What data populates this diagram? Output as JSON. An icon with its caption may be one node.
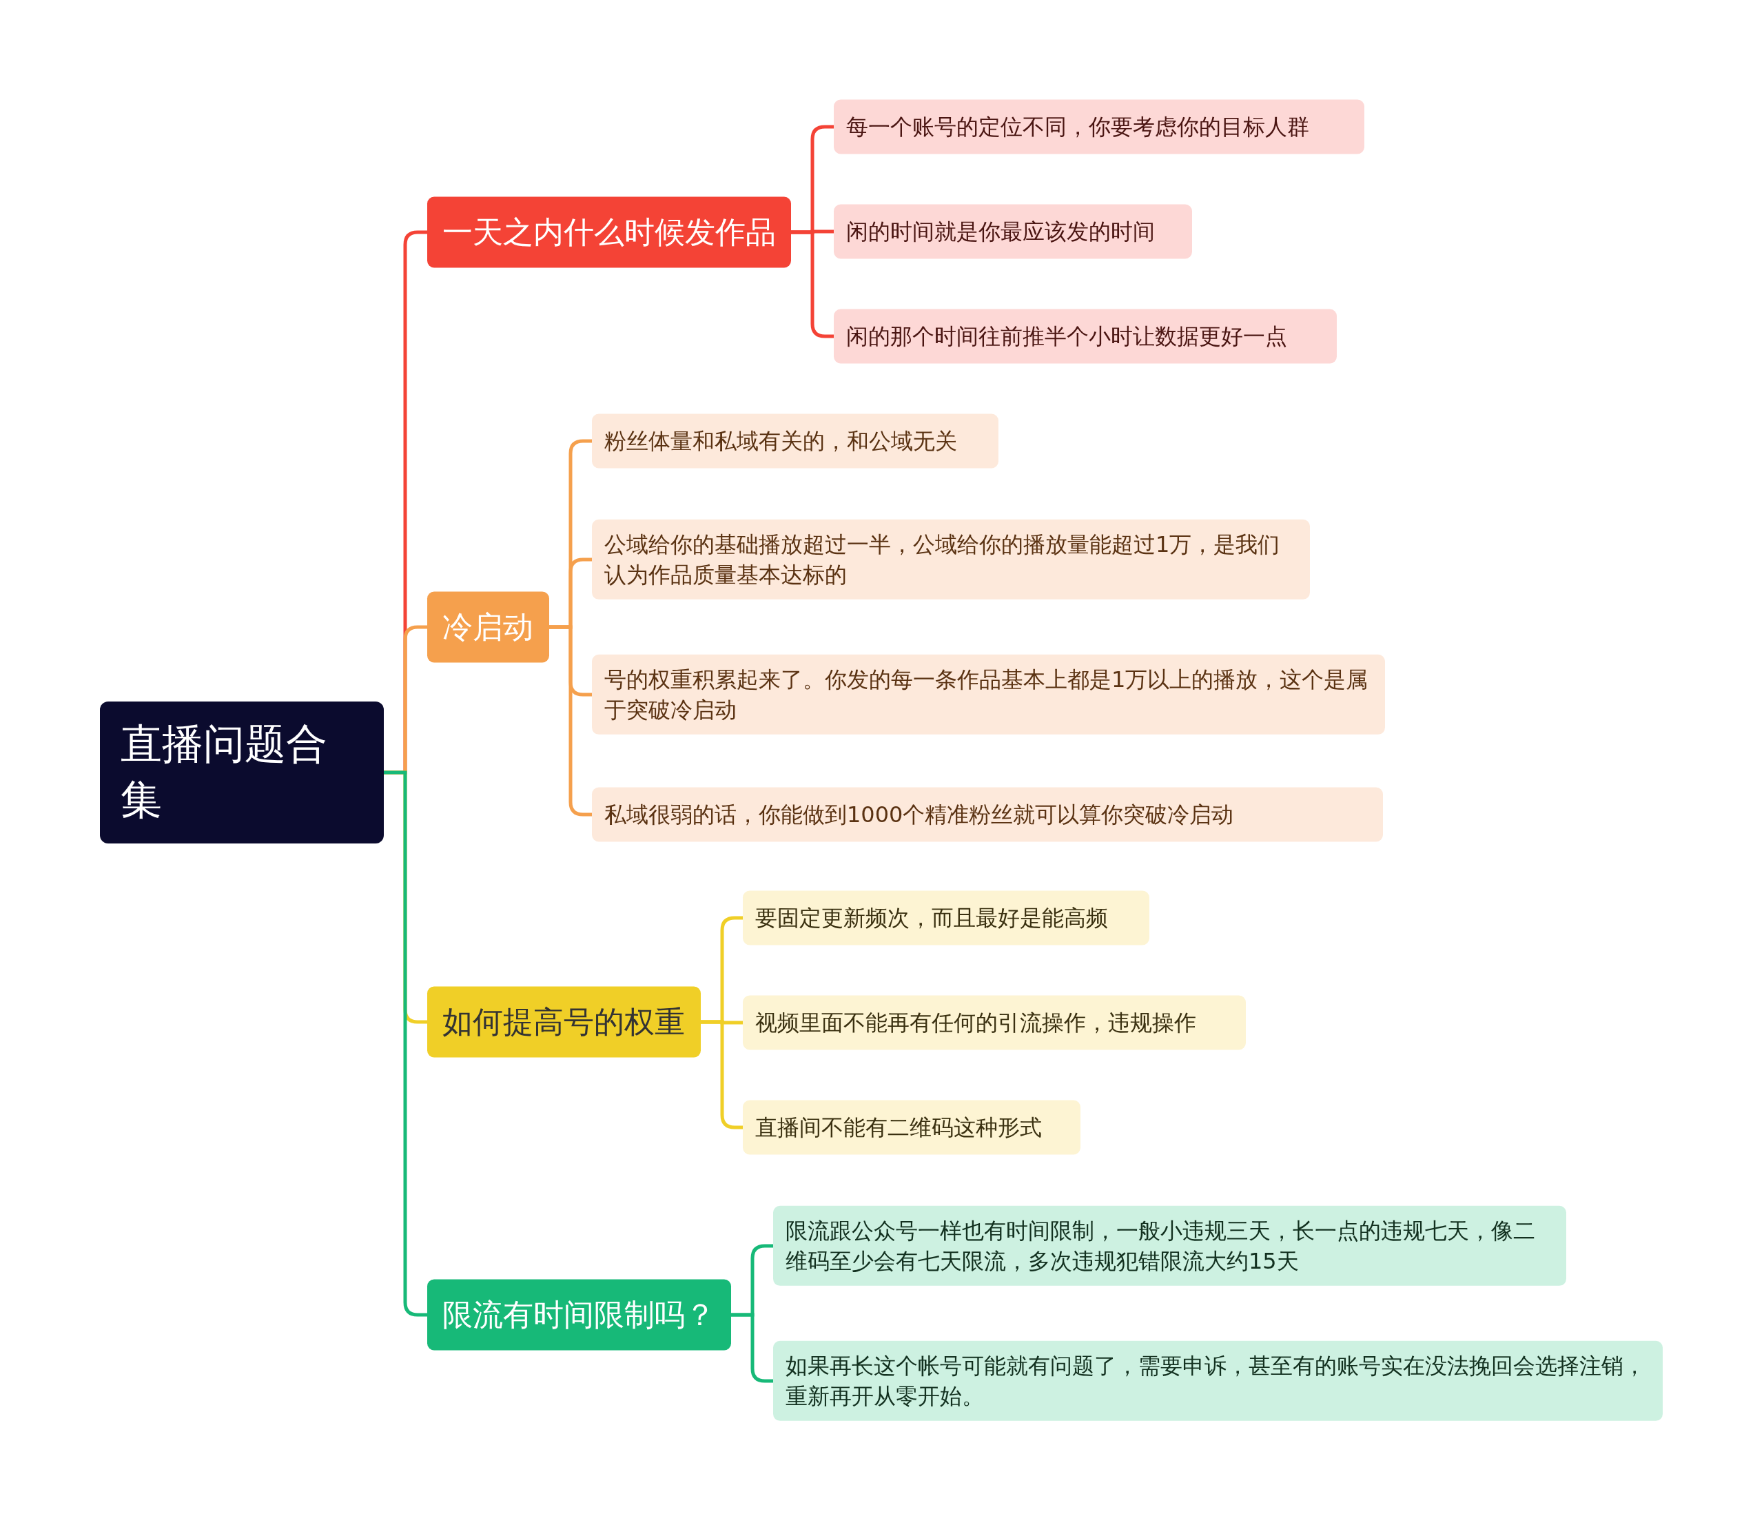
{
  "diagram": {
    "nodes": [
      {
        "text": [
          "直播问题合集"
        ]
      },
      {
        "text": [
          "一天之内什么时候发作品"
        ]
      },
      {
        "text": [
          "每一个账号的定位不同，你要考虑你的目标人群"
        ]
      },
      {
        "text": [
          "闲的时间就是你最应该发的时间"
        ]
      },
      {
        "text": [
          "闲的那个时间往前推半个小时让数据更好一点"
        ]
      },
      {
        "text": [
          "冷启动"
        ]
      },
      {
        "text": [
          "粉丝体量和私域有关的，和公域无关"
        ]
      },
      {
        "text": [
          "公域给你的基础播放超过一半，公域给你的播放量能超过1万，是我们认为作品质量基本达标的"
        ]
      },
      {
        "text": [
          "号的权重积累起来了。你发的每一条作品基本上都是1万以上的播放，这个是属于突破冷启动"
        ]
      },
      {
        "text": [
          "私域很弱的话，你能做到1000个精准粉丝就可以算你突破冷启动"
        ]
      },
      {
        "text": [
          "如何提高号的权重"
        ]
      },
      {
        "text": [
          "要固定更新频次，而且最好是能高频"
        ]
      },
      {
        "text": [
          "视频里面不能再有任何的引流操作，违规操作"
        ]
      },
      {
        "text": [
          "直播间不能有二维码这种形式"
        ]
      },
      {
        "text": [
          "限流有时间限制吗？"
        ]
      },
      {
        "text": [
          "限流跟公众号一样也有时间限制，一般小违规三天，长一点的违规七天，像二维码至少会有七天限流，多次违规犯错限流大约15天"
        ]
      },
      {
        "text": [
          "如果再长这个帐号可能就有问题了，需要申诉，甚至有的账号实在没法挽回会选择注销，重新再开从零开始。"
        ]
      }
    ],
    "edges": [
      {
        "from": 0,
        "to": 1,
        "arrow": "none",
        "color": "#f44336"
      },
      {
        "from": 1,
        "to": 2,
        "arrow": "none",
        "color": "#f44336"
      },
      {
        "from": 1,
        "to": 3,
        "arrow": "none",
        "color": "#f44336"
      },
      {
        "from": 1,
        "to": 4,
        "arrow": "none",
        "color": "#f44336"
      },
      {
        "from": 0,
        "to": 5,
        "arrow": "none",
        "color": "#f5a04d"
      },
      {
        "from": 5,
        "to": 6,
        "arrow": "none",
        "color": "#f5a04d"
      },
      {
        "from": 5,
        "to": 7,
        "arrow": "none",
        "color": "#f5a04d"
      },
      {
        "from": 5,
        "to": 8,
        "arrow": "none",
        "color": "#f5a04d"
      },
      {
        "from": 5,
        "to": 9,
        "arrow": "none",
        "color": "#f5a04d"
      },
      {
        "from": 0,
        "to": 10,
        "arrow": "none",
        "color": "#f0cf27"
      },
      {
        "from": 10,
        "to": 11,
        "arrow": "none",
        "color": "#f0cf27"
      },
      {
        "from": 10,
        "to": 12,
        "arrow": "none",
        "color": "#f0cf27"
      },
      {
        "from": 10,
        "to": 13,
        "arrow": "none",
        "color": "#f0cf27"
      },
      {
        "from": 0,
        "to": 14,
        "arrow": "none",
        "color": "#17b978"
      },
      {
        "from": 14,
        "to": 15,
        "arrow": "none",
        "color": "#17b978"
      },
      {
        "from": 14,
        "to": 16,
        "arrow": "none",
        "color": "#17b978"
      }
    ]
  }
}
